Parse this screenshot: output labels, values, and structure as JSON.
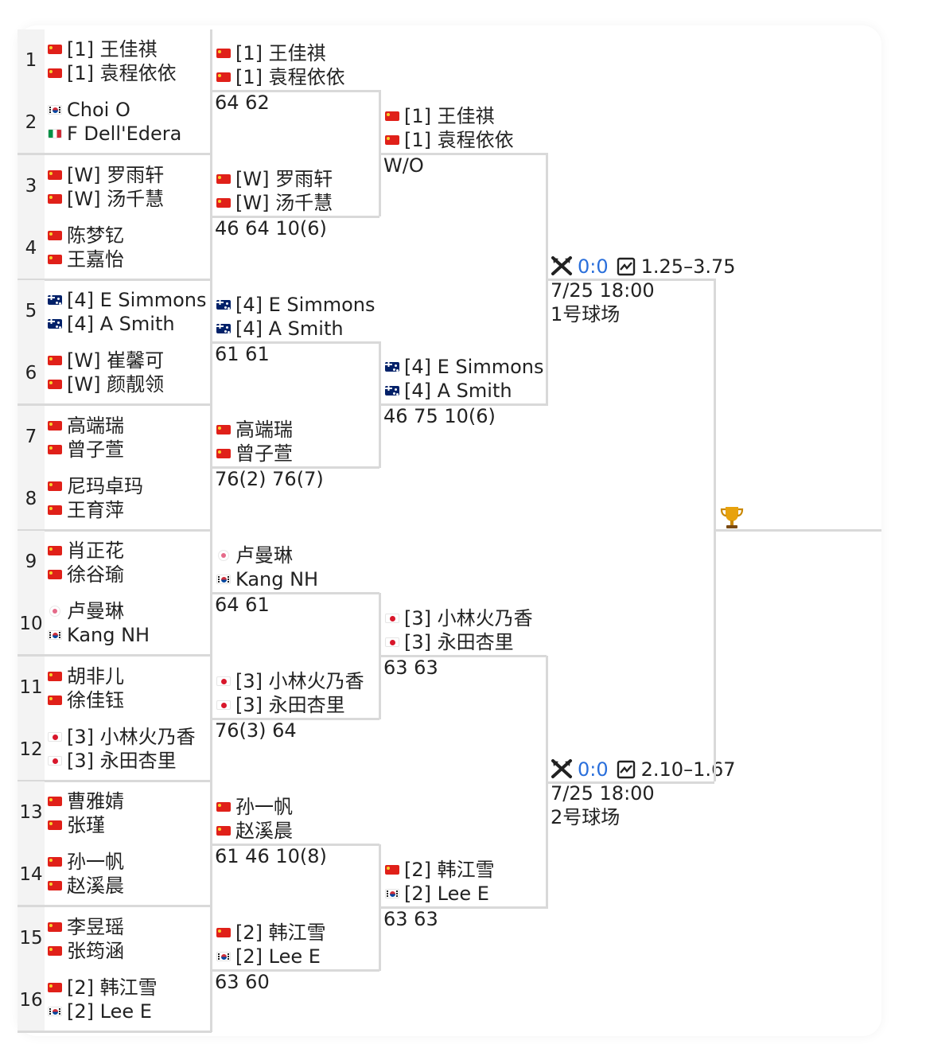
{
  "r1": [
    {
      "seed": "1",
      "top": [
        {
          "flag": "cn",
          "name": "[1] 王佳祺"
        },
        {
          "flag": "cn",
          "name": "[1] 袁程依依"
        }
      ],
      "bot_seed": "2",
      "bot": [
        {
          "flag": "kr",
          "name": " Choi O"
        },
        {
          "flag": "it",
          "name": " F Dell'Edera"
        }
      ]
    },
    {
      "seed": "3",
      "top": [
        {
          "flag": "cn",
          "name": "[W] 罗雨轩"
        },
        {
          "flag": "cn",
          "name": "[W] 汤千慧"
        }
      ],
      "bot_seed": "4",
      "bot": [
        {
          "flag": "cn",
          "name": " 陈梦钇"
        },
        {
          "flag": "cn",
          "name": " 王嘉怡"
        }
      ]
    },
    {
      "seed": "5",
      "top": [
        {
          "flag": "au",
          "name": "[4] E Simmons"
        },
        {
          "flag": "au",
          "name": "[4] A Smith"
        }
      ],
      "bot_seed": "6",
      "bot": [
        {
          "flag": "cn",
          "name": "[W] 崔馨可"
        },
        {
          "flag": "cn",
          "name": "[W] 颜靓领"
        }
      ]
    },
    {
      "seed": "7",
      "top": [
        {
          "flag": "cn",
          "name": " 高端瑞"
        },
        {
          "flag": "cn",
          "name": " 曾子萱"
        }
      ],
      "bot_seed": "8",
      "bot": [
        {
          "flag": "cn",
          "name": " 尼玛卓玛"
        },
        {
          "flag": "cn",
          "name": " 王育萍"
        }
      ]
    },
    {
      "seed": "9",
      "top": [
        {
          "flag": "cn",
          "name": " 肖正花"
        },
        {
          "flag": "cn",
          "name": " 徐谷瑜"
        }
      ],
      "bot_seed": "10",
      "bot": [
        {
          "flag": "tpe",
          "name": " 卢曼琳"
        },
        {
          "flag": "kr",
          "name": " Kang NH"
        }
      ]
    },
    {
      "seed": "11",
      "top": [
        {
          "flag": "cn",
          "name": " 胡非儿"
        },
        {
          "flag": "cn",
          "name": " 徐佳钰"
        }
      ],
      "bot_seed": "12",
      "bot": [
        {
          "flag": "jp",
          "name": "[3] 小林火乃香"
        },
        {
          "flag": "jp",
          "name": "[3] 永田杏里"
        }
      ]
    },
    {
      "seed": "13",
      "top": [
        {
          "flag": "cn",
          "name": " 曹雅婧"
        },
        {
          "flag": "cn",
          "name": " 张瑾"
        }
      ],
      "bot_seed": "14",
      "bot": [
        {
          "flag": "cn",
          "name": " 孙一帆"
        },
        {
          "flag": "cn",
          "name": " 赵溪晨"
        }
      ]
    },
    {
      "seed": "15",
      "top": [
        {
          "flag": "cn",
          "name": " 李昱瑶"
        },
        {
          "flag": "cn",
          "name": " 张筠涵"
        }
      ],
      "bot_seed": "16",
      "bot": [
        {
          "flag": "cn",
          "name": "[2] 韩江雪"
        },
        {
          "flag": "kr",
          "name": "[2] Lee E"
        }
      ]
    }
  ],
  "r2": [
    {
      "players": [
        {
          "flag": "cn",
          "name": "[1] 王佳祺"
        },
        {
          "flag": "cn",
          "name": "[1] 袁程依依"
        }
      ],
      "score": "64 62"
    },
    {
      "players": [
        {
          "flag": "cn",
          "name": "[W] 罗雨轩"
        },
        {
          "flag": "cn",
          "name": "[W] 汤千慧"
        }
      ],
      "score": "46 64 10(6)"
    },
    {
      "players": [
        {
          "flag": "au",
          "name": "[4] E Simmons"
        },
        {
          "flag": "au",
          "name": "[4] A Smith"
        }
      ],
      "score": "61 61"
    },
    {
      "players": [
        {
          "flag": "cn",
          "name": " 高端瑞"
        },
        {
          "flag": "cn",
          "name": " 曾子萱"
        }
      ],
      "score": "76(2) 76(7)"
    },
    {
      "players": [
        {
          "flag": "tpe",
          "name": " 卢曼琳"
        },
        {
          "flag": "kr",
          "name": " Kang NH"
        }
      ],
      "score": "64 61"
    },
    {
      "players": [
        {
          "flag": "jp",
          "name": "[3] 小林火乃香"
        },
        {
          "flag": "jp",
          "name": "[3] 永田杏里"
        }
      ],
      "score": "76(3) 64"
    },
    {
      "players": [
        {
          "flag": "cn",
          "name": " 孙一帆"
        },
        {
          "flag": "cn",
          "name": " 赵溪晨"
        }
      ],
      "score": "61 46 10(8)"
    },
    {
      "players": [
        {
          "flag": "cn",
          "name": "[2] 韩江雪"
        },
        {
          "flag": "kr",
          "name": "[2] Lee E"
        }
      ],
      "score": "63 60"
    }
  ],
  "r3": [
    {
      "players": [
        {
          "flag": "cn",
          "name": "[1] 王佳祺"
        },
        {
          "flag": "cn",
          "name": "[1] 袁程依依"
        }
      ],
      "score": "W/O"
    },
    {
      "players": [
        {
          "flag": "au",
          "name": "[4] E Simmons"
        },
        {
          "flag": "au",
          "name": "[4] A Smith"
        }
      ],
      "score": "46 75 10(6)"
    },
    {
      "players": [
        {
          "flag": "jp",
          "name": "[3] 小林火乃香"
        },
        {
          "flag": "jp",
          "name": "[3] 永田杏里"
        }
      ],
      "score": "63 63"
    },
    {
      "players": [
        {
          "flag": "cn",
          "name": "[2] 韩江雪"
        },
        {
          "flag": "kr",
          "name": "[2] Lee E"
        }
      ],
      "score": "63 63"
    }
  ],
  "sf": [
    {
      "live_score": "0:0",
      "odds": "1.25–3.75",
      "time": "7/25 18:00",
      "court": "1号球场"
    },
    {
      "live_score": "0:0",
      "odds": "2.10–1.67",
      "time": "7/25 18:00",
      "court": "2号球场"
    }
  ],
  "icons": {
    "live": "crossed-rackets-icon",
    "odds": "chart-icon",
    "final": "trophy-icon"
  },
  "colors": {
    "live": "#2a6fdb",
    "line": "#d9d9d9",
    "seed_bg": "#f3f3f3"
  }
}
